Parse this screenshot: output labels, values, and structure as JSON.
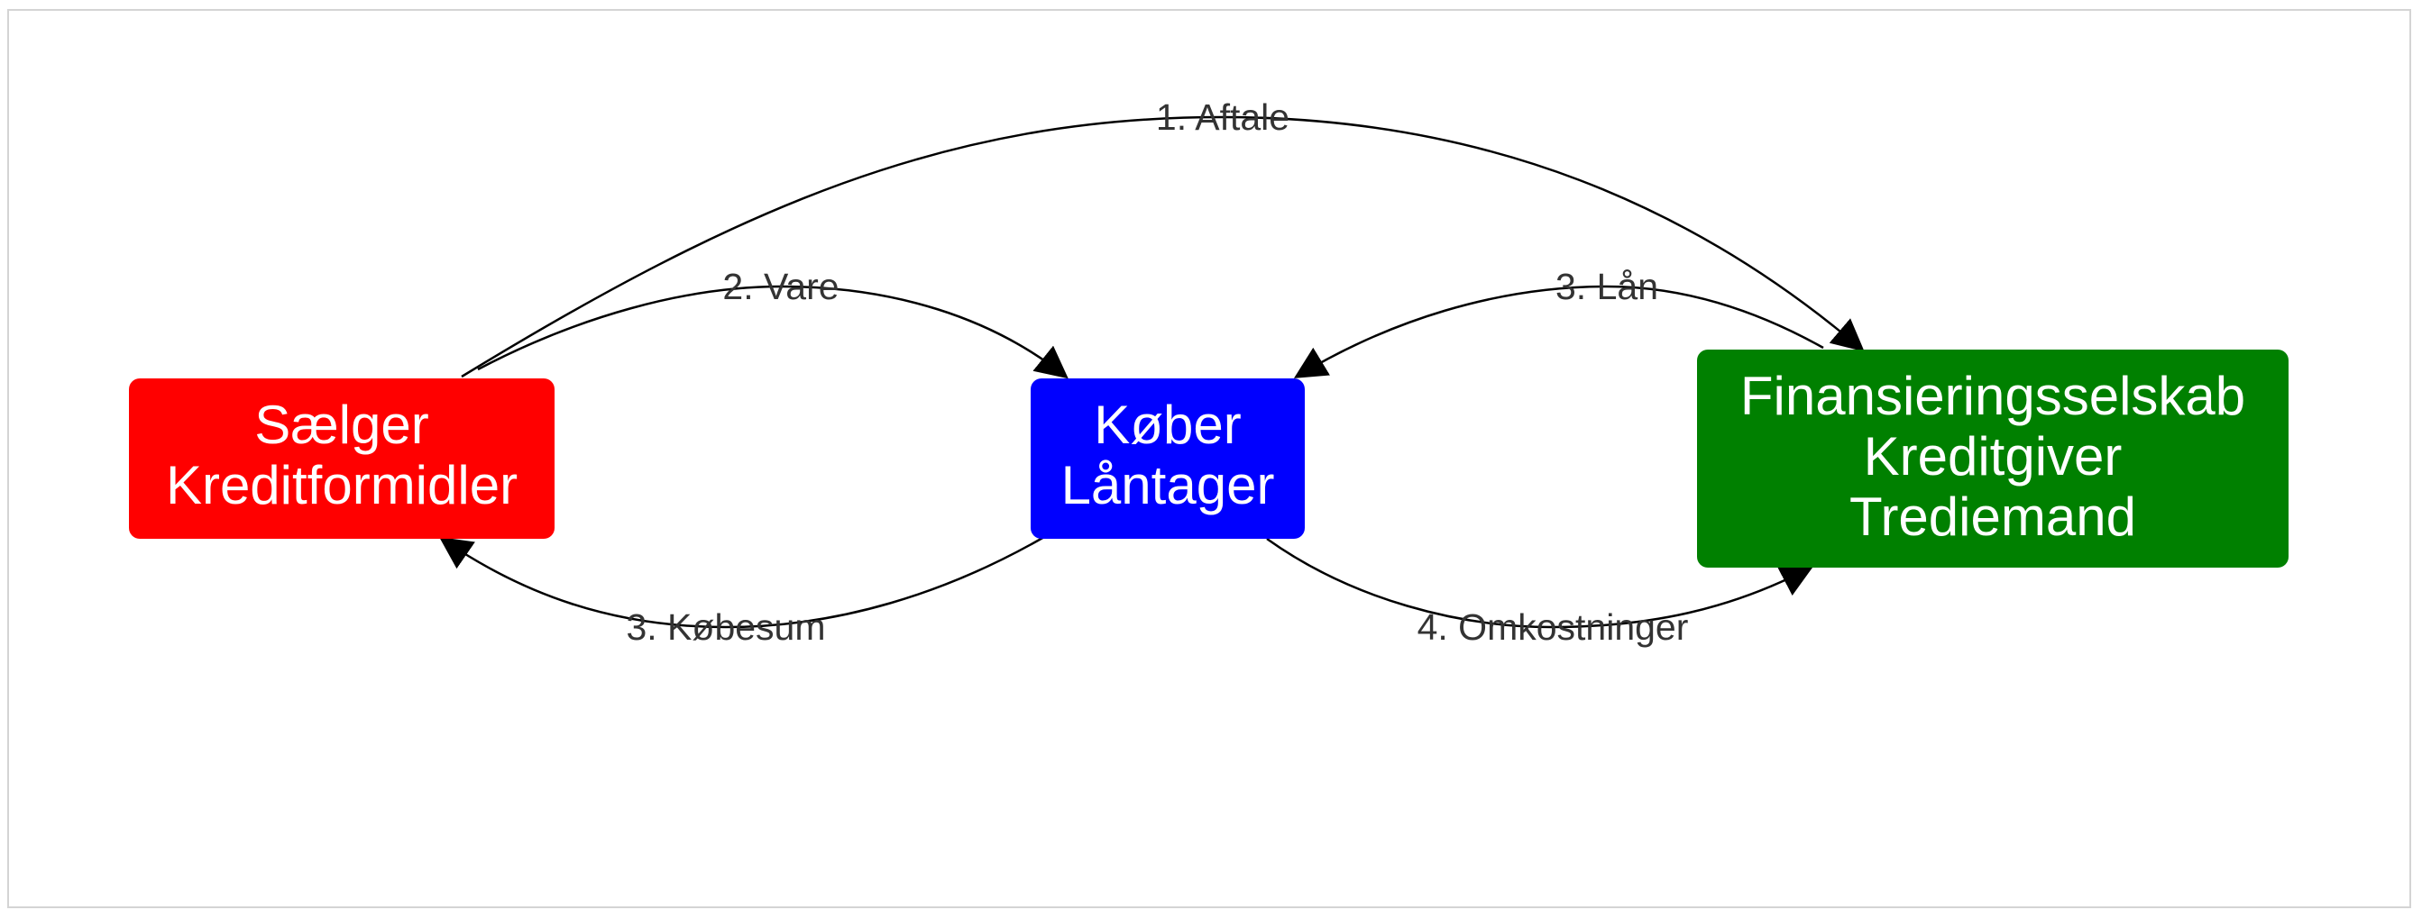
{
  "nodes": {
    "seller": {
      "lines": [
        "Sælger",
        "Kreditformidler"
      ],
      "color": "#ff0000"
    },
    "buyer": {
      "lines": [
        "Køber",
        "Låntager"
      ],
      "color": "#0000ff"
    },
    "finance": {
      "lines": [
        "Finansieringsselskab",
        "Kreditgiver",
        "Trediemand"
      ],
      "color": "#008000"
    }
  },
  "edges": [
    {
      "id": "agreement",
      "label": "1. Aftale",
      "from": "seller",
      "to": "finance"
    },
    {
      "id": "goods",
      "label": "2. Vare",
      "from": "seller",
      "to": "buyer"
    },
    {
      "id": "loan",
      "label": "3. Lån",
      "from": "finance",
      "to": "buyer"
    },
    {
      "id": "purchase",
      "label": "3. Købesum",
      "from": "buyer",
      "to": "seller"
    },
    {
      "id": "costs",
      "label": "4. Omkostninger",
      "from": "buyer",
      "to": "finance"
    }
  ]
}
